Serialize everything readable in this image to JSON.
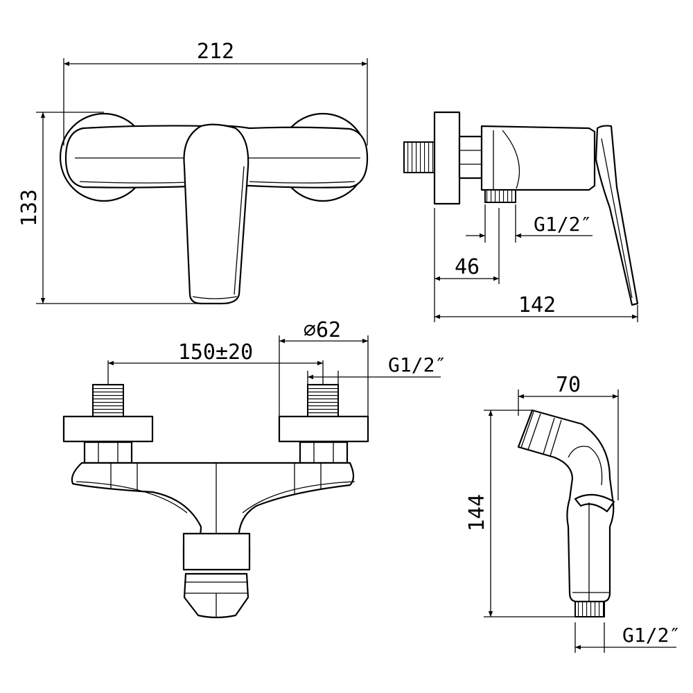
{
  "dimensions": {
    "top_width": "212",
    "top_height": "133",
    "side_connection_offset": "46",
    "side_depth": "142",
    "side_thread": "G1/2″",
    "center_distance": "150±20",
    "flange_diameter": "⌀62",
    "inlet_thread": "G1/2″",
    "spray_width": "70",
    "spray_height": "144",
    "spray_thread": "G1/2″"
  }
}
